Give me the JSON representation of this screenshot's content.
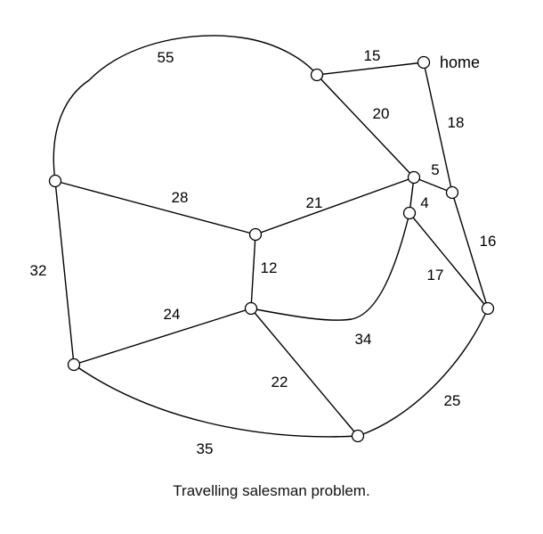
{
  "caption": "Travelling salesman problem.",
  "nodes": [
    {
      "id": "home",
      "label": "home"
    },
    {
      "id": "top"
    },
    {
      "id": "left"
    },
    {
      "id": "center"
    },
    {
      "id": "mid"
    },
    {
      "id": "junction"
    },
    {
      "id": "inner"
    },
    {
      "id": "right-top"
    },
    {
      "id": "right"
    },
    {
      "id": "bottom-left"
    },
    {
      "id": "bottom"
    }
  ],
  "edges": [
    {
      "from": "top",
      "to": "home",
      "weight": "15"
    },
    {
      "from": "left",
      "to": "top",
      "weight": "55"
    },
    {
      "from": "top",
      "to": "junction",
      "weight": "20"
    },
    {
      "from": "home",
      "to": "right-top",
      "weight": "18"
    },
    {
      "from": "junction",
      "to": "right-top",
      "weight": "5"
    },
    {
      "from": "junction",
      "to": "inner",
      "weight": "4"
    },
    {
      "from": "left",
      "to": "center",
      "weight": "28"
    },
    {
      "from": "center",
      "to": "junction",
      "weight": "21"
    },
    {
      "from": "right-top",
      "to": "right",
      "weight": "16"
    },
    {
      "from": "center",
      "to": "mid",
      "weight": "12"
    },
    {
      "from": "inner",
      "to": "right",
      "weight": "17"
    },
    {
      "from": "left",
      "to": "bottom-left",
      "weight": "32"
    },
    {
      "from": "mid",
      "to": "bottom-left",
      "weight": "24"
    },
    {
      "from": "mid",
      "to": "inner",
      "weight": "34"
    },
    {
      "from": "mid",
      "to": "bottom",
      "weight": "22"
    },
    {
      "from": "bottom",
      "to": "right",
      "weight": "25"
    },
    {
      "from": "bottom-left",
      "to": "bottom",
      "weight": "35"
    }
  ]
}
